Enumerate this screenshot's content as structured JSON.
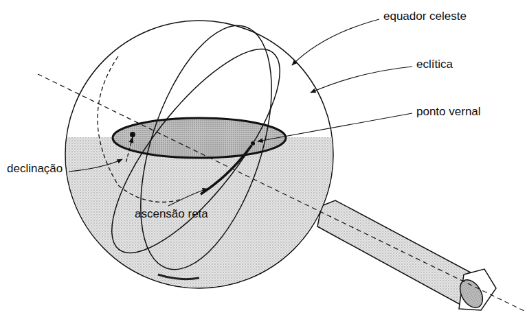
{
  "diagram": {
    "labels": [
      "equador celeste",
      "eclítica",
      "ponto vernal",
      "declinação",
      "ascensão reta"
    ]
  }
}
